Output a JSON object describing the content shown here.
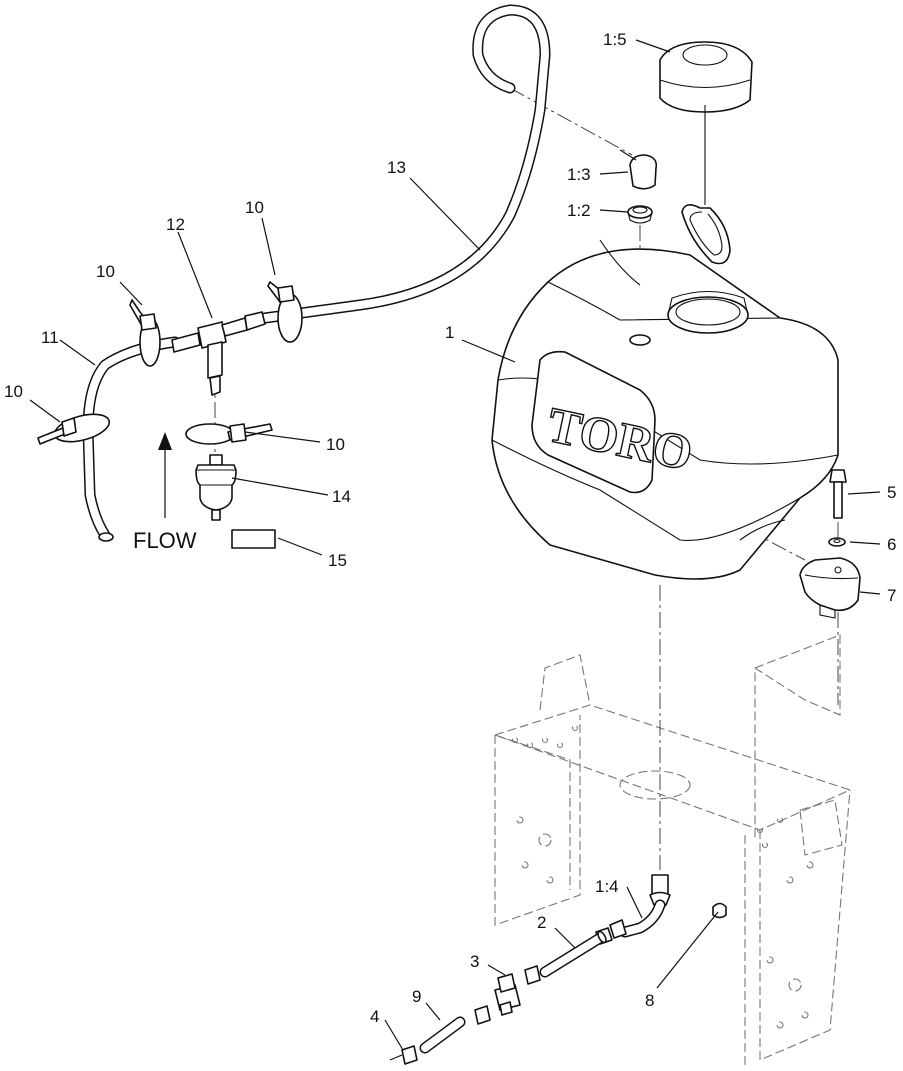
{
  "diagram": {
    "brand_logo": "TORO",
    "flow_label": "FLOW",
    "callouts": {
      "c1": "1",
      "c1_2": "1:2",
      "c1_3": "1:3",
      "c1_4": "1:4",
      "c1_5": "1:5",
      "c2": "2",
      "c3": "3",
      "c4": "4",
      "c5": "5",
      "c6": "6",
      "c7": "7",
      "c8": "8",
      "c9": "9",
      "c10a": "10",
      "c10b": "10",
      "c10c": "10",
      "c10d": "10",
      "c11": "11",
      "c12": "12",
      "c13": "13",
      "c14": "14",
      "c15": "15"
    }
  }
}
